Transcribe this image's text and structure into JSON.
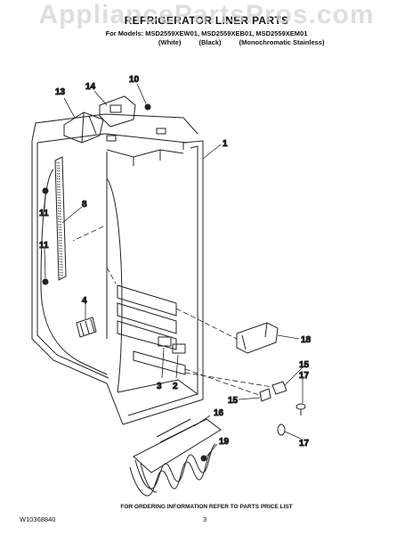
{
  "watermark": "AppliancePartsPros.com",
  "header": {
    "title": "REFRIGERATOR LINER PARTS",
    "models": "For Models: MSD2559XEW01, MSD2559XEB01, MSD2559XEM01",
    "finish_white": "(White)",
    "finish_black": "(Black)",
    "finish_stainless": "(Monochromatic Stainless)"
  },
  "callouts": {
    "c1": "1",
    "c2": "2",
    "c3": "3",
    "c4": "4",
    "c8": "8",
    "c10": "10",
    "c11a": "11",
    "c11b": "11",
    "c13": "13",
    "c14": "14",
    "c15a": "15",
    "c15b": "15",
    "c16": "16",
    "c17a": "17",
    "c17b": "17",
    "c18": "18",
    "c19": "19"
  },
  "footer": {
    "ordering": "FOR ORDERING INFORMATION REFER TO PARTS PRICE LIST",
    "doc_number": "W10368840",
    "page": "3"
  }
}
